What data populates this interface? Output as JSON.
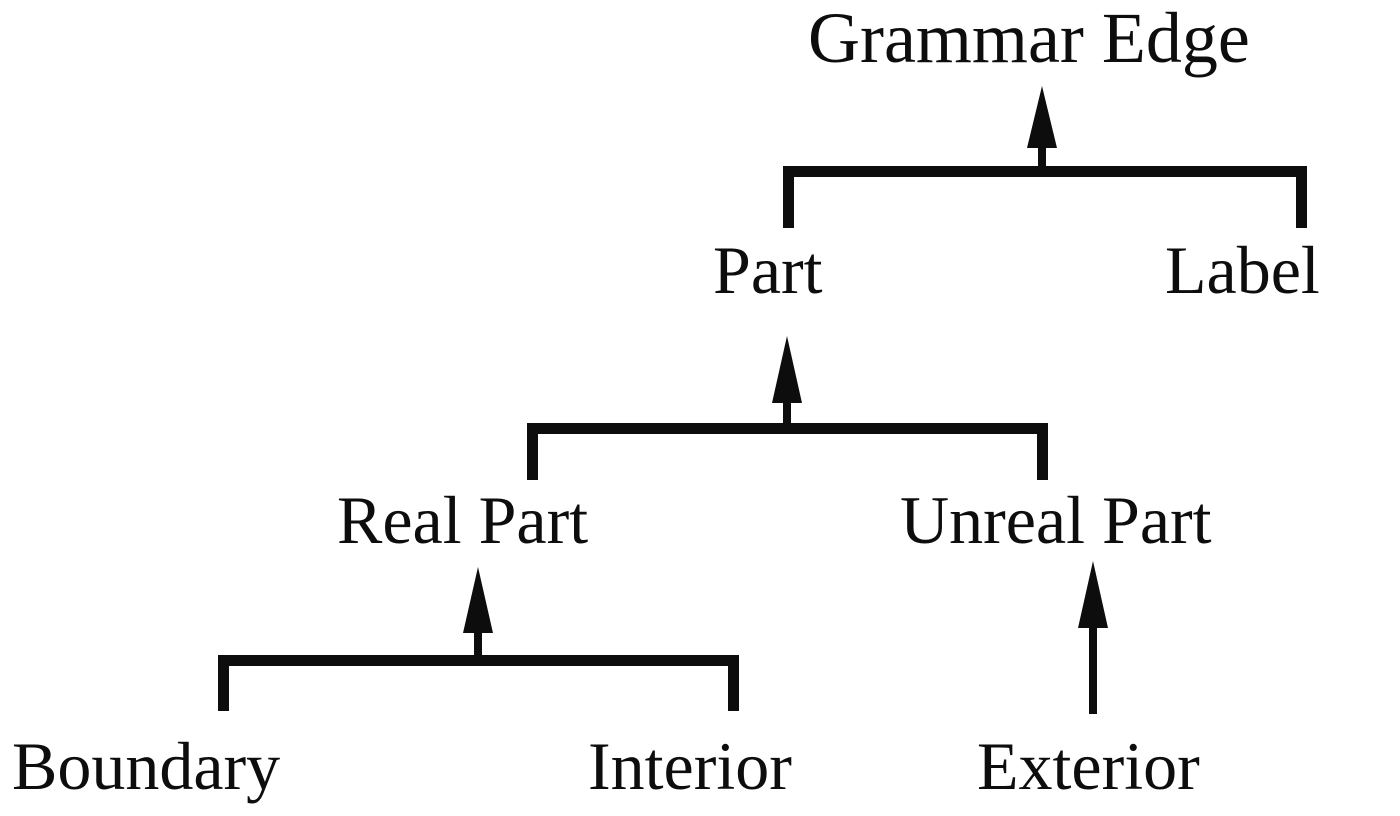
{
  "diagram": {
    "type": "taxonomy-tree",
    "title": "Grammar Edge",
    "orientation": "bottom-up-generalization",
    "background_color": "#ffffff",
    "line_color": "#0d0d0d",
    "text_color": "#0d0d0d",
    "nodes": {
      "root": {
        "label": "Grammar Edge",
        "level": 0
      },
      "part": {
        "label": "Part",
        "level": 1
      },
      "label": {
        "label": "Label",
        "level": 1
      },
      "real_part": {
        "label": "Real Part",
        "level": 2
      },
      "unreal_part": {
        "label": "Unreal Part",
        "level": 2
      },
      "boundary": {
        "label": "Boundary",
        "level": 3
      },
      "interior": {
        "label": "Interior",
        "level": 3
      },
      "exterior": {
        "label": "Exterior",
        "level": 3
      }
    },
    "edges": [
      {
        "from": "part",
        "to": "root",
        "style": "arrow-up"
      },
      {
        "from": "label",
        "to": "root",
        "style": "arrow-up"
      },
      {
        "from": "real_part",
        "to": "part",
        "style": "arrow-up"
      },
      {
        "from": "unreal_part",
        "to": "part",
        "style": "arrow-up"
      },
      {
        "from": "boundary",
        "to": "real_part",
        "style": "arrow-up"
      },
      {
        "from": "interior",
        "to": "real_part",
        "style": "arrow-up"
      },
      {
        "from": "exterior",
        "to": "unreal_part",
        "style": "arrow-up"
      }
    ]
  },
  "chart_data": {
    "type": "table",
    "title": "Grammar Edge",
    "categories": [
      "Grammar Edge",
      "Part",
      "Label",
      "Real Part",
      "Unreal Part",
      "Boundary",
      "Interior",
      "Exterior"
    ],
    "series": [
      {
        "name": "level",
        "values": [
          0,
          1,
          1,
          2,
          2,
          3,
          3,
          3
        ]
      }
    ],
    "parents": [
      "",
      "Grammar Edge",
      "Grammar Edge",
      "Part",
      "Part",
      "Real Part",
      "Real Part",
      "Unreal Part"
    ],
    "xlabel": "",
    "ylabel": ""
  }
}
